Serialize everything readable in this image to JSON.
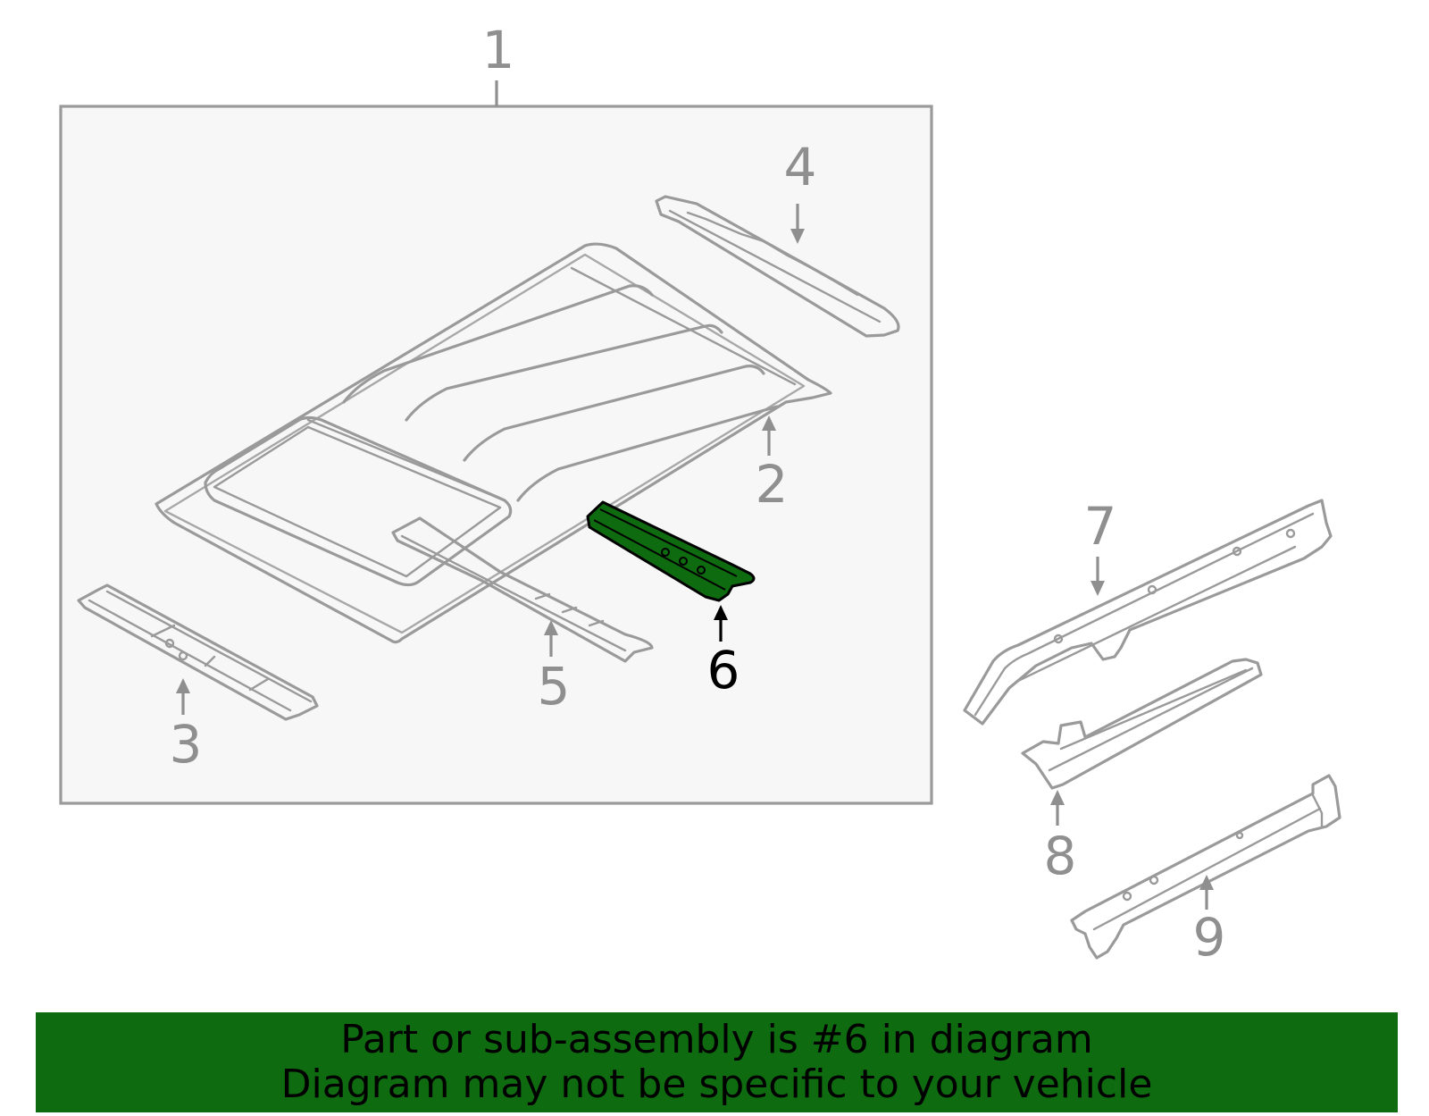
{
  "diagram": {
    "callouts": {
      "c1": "1",
      "c2": "2",
      "c3": "3",
      "c4": "4",
      "c5": "5",
      "c6": "6",
      "c7": "7",
      "c8": "8",
      "c9": "9"
    },
    "highlighted_part": "6",
    "colors": {
      "part_outline": "#9a9a9a",
      "callout_text": "#8f8f8f",
      "highlight_fill": "#0f6b10",
      "highlight_callout": "#000000",
      "assembly_box_fill": "#f7f7f7",
      "banner_background": "#0f6b10"
    }
  },
  "banner": {
    "line1": "Part or sub-assembly is #6 in diagram",
    "line2": "Diagram may not be specific to your vehicle"
  }
}
